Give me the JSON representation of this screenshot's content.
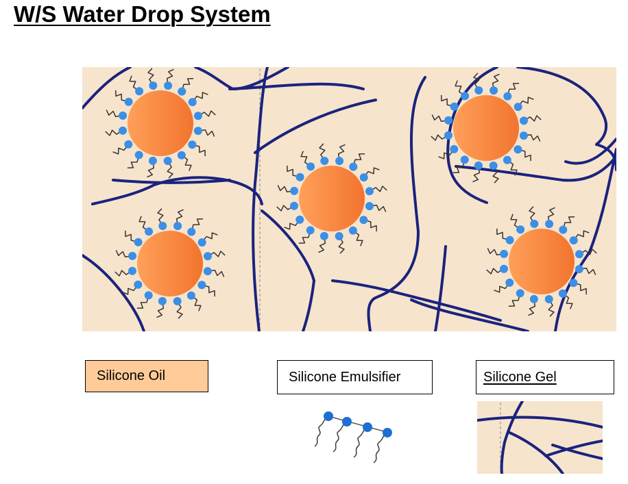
{
  "title": "W/S Water Drop System",
  "legend": {
    "oil": "Silicone Oil",
    "emulsifier": "Silicone Emulsifier",
    "gel": "Silicone Gel"
  },
  "colors": {
    "background": "#ffffff",
    "gel_matrix": "#f7e4cc",
    "gel_strand": "#1a237e",
    "oil_legend_fill": "#ffcc99",
    "droplet_light": "#ffa05a",
    "droplet_dark": "#f2742e",
    "emulsifier_head": "#3b8fe6",
    "emulsifier_tail": "#333333"
  },
  "diagram": {
    "droplet_count": 5,
    "emulsifier_heads_per_droplet": 16
  }
}
